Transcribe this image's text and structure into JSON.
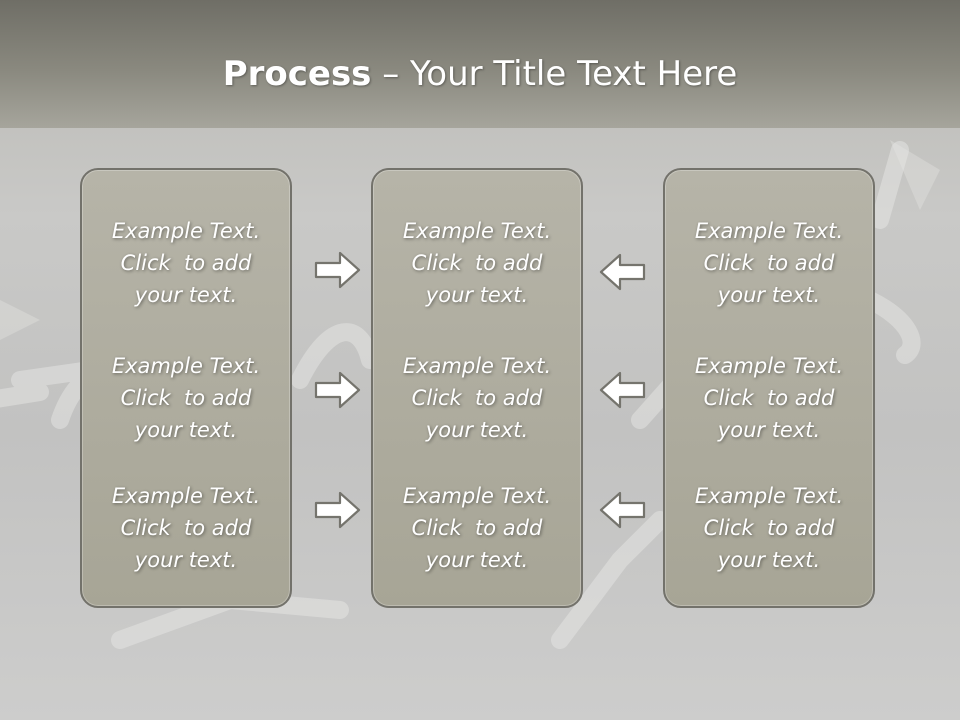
{
  "title": {
    "bold": "Process",
    "rest": " – Your Title Text Here"
  },
  "columns": [
    {
      "items": [
        [
          "Example Text.",
          "Click  to add",
          "your text."
        ],
        [
          "Example Text.",
          "Click  to add",
          "your text."
        ],
        [
          "Example Text.",
          "Click  to add",
          "your text."
        ]
      ]
    },
    {
      "items": [
        [
          "Example Text.",
          "Click  to add",
          "your text."
        ],
        [
          "Example Text.",
          "Click  to add",
          "your text."
        ],
        [
          "Example Text.",
          "Click  to add",
          "your text."
        ]
      ]
    },
    {
      "items": [
        [
          "Example Text.",
          "Click  to add",
          "your text."
        ],
        [
          "Example Text.",
          "Click  to add",
          "your text."
        ],
        [
          "Example Text.",
          "Click  to add",
          "your text."
        ]
      ]
    }
  ],
  "arrows": {
    "left_side": "right-arrow-icon",
    "right_side": "left-arrow-icon"
  },
  "colors": {
    "title_bar": "#6f6e66",
    "panel_fill": "#b6b4a8",
    "panel_border": "#73726b",
    "text": "#ffffff"
  }
}
